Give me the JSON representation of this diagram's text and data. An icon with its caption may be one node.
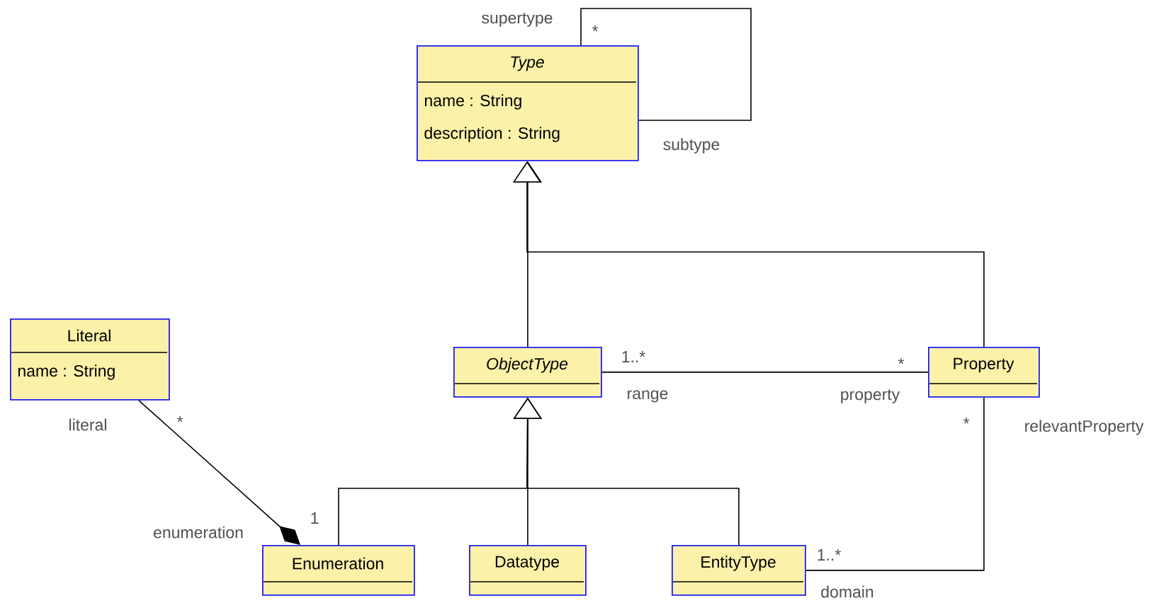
{
  "diagram": {
    "nodes": [
      {
        "text": [
          "Type",
          "name : String",
          "description : String"
        ]
      },
      {
        "text": [
          "Literal",
          "name : String"
        ]
      },
      {
        "text": [
          "ObjectType"
        ]
      },
      {
        "text": [
          "Property"
        ]
      },
      {
        "text": [
          "Enumeration"
        ]
      },
      {
        "text": [
          "Datatype"
        ]
      },
      {
        "text": [
          "EntityType"
        ]
      }
    ],
    "edges": [
      {
        "from": 0,
        "to": 0,
        "arrow": "none"
      },
      {
        "from": 2,
        "to": 0,
        "arrow": "to"
      },
      {
        "from": 3,
        "to": 0,
        "arrow": "to"
      },
      {
        "from": 2,
        "to": 3,
        "arrow": "none"
      },
      {
        "from": 1,
        "to": 4,
        "arrow": "other"
      },
      {
        "from": 4,
        "to": 2,
        "arrow": "to"
      },
      {
        "from": 5,
        "to": 2,
        "arrow": "to"
      },
      {
        "from": 6,
        "to": 2,
        "arrow": "to"
      },
      {
        "from": 3,
        "to": 6,
        "arrow": "none"
      }
    ],
    "labels": [
      "supertype",
      "*",
      "subtype",
      "1..*",
      "*",
      "range",
      "property",
      "literal",
      "*",
      "*",
      "relevantProperty",
      "enumeration",
      "1",
      "1..*",
      "domain"
    ]
  }
}
